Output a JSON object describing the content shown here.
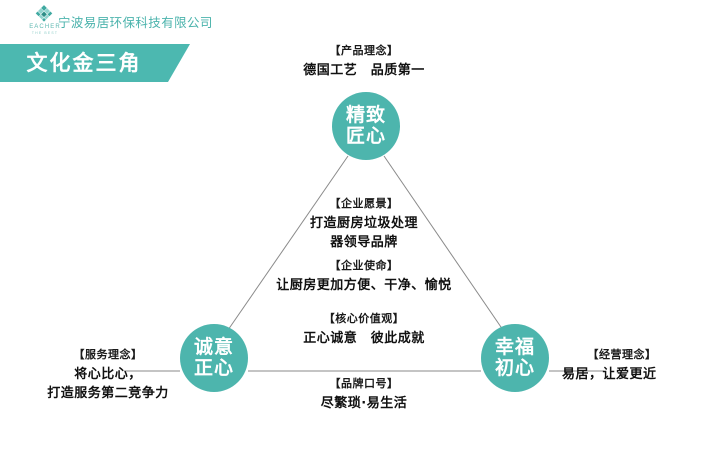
{
  "header": {
    "logo": {
      "icon_name": "diamond-logo-icon",
      "wordmark": "EACHER",
      "sub_wordmark": "THE BEST"
    },
    "company_name": "宁波易居环保科技有限公司"
  },
  "banner": {
    "title": "文化金三角"
  },
  "colors": {
    "brand_teal": "#4cb8b0",
    "node_teal": "#4db5ad",
    "line_gray": "#8a8a8a",
    "text_dark": "#111111",
    "company_text": "#4bb3ac"
  },
  "nodes": [
    {
      "id": "top",
      "line1": "精致",
      "line2": "匠心"
    },
    {
      "id": "left",
      "line1": "诚意",
      "line2": "正心"
    },
    {
      "id": "right",
      "line1": "幸福",
      "line2": "初心"
    }
  ],
  "blocks": {
    "product": {
      "tag": "【产品理念】",
      "lines": [
        "德国工艺　品质第一"
      ]
    },
    "vision": {
      "tag": "【企业愿景】",
      "lines": [
        "打造厨房垃圾处理",
        "器领导品牌"
      ]
    },
    "mission": {
      "tag": "【企业使命】",
      "lines": [
        "让厨房更加方便、干净、愉悦"
      ]
    },
    "values": {
      "tag": "【核心价值观】",
      "lines": [
        "正心诚意　彼此成就"
      ]
    },
    "slogan": {
      "tag": "【品牌口号】",
      "lines": [
        "尽繁琐·易生活"
      ]
    },
    "service": {
      "tag": "【服务理念】",
      "lines": [
        "将心比心，",
        "打造服务第二竞争力"
      ]
    },
    "operation": {
      "tag": "【经营理念】",
      "lines": [
        "易居，让爱更近"
      ]
    }
  }
}
